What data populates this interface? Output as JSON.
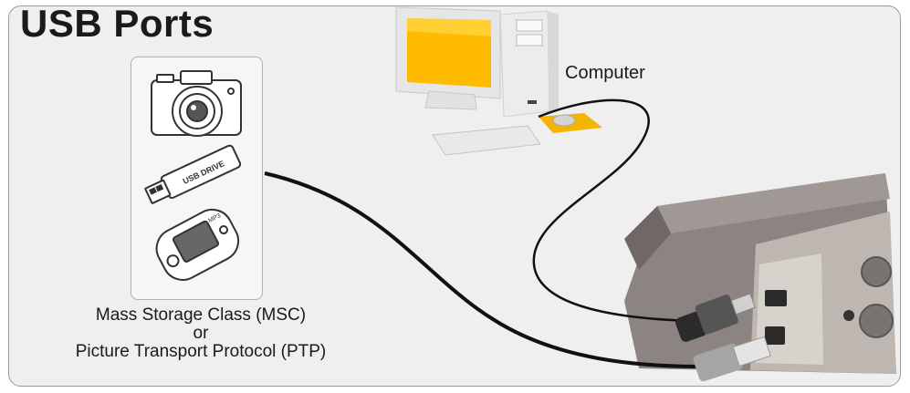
{
  "title": "USB Ports",
  "computer_label": "Computer",
  "devices": [
    {
      "name": "camera"
    },
    {
      "name": "usb-drive",
      "label": "USB DRIVE"
    },
    {
      "name": "media-player",
      "label": "MP3"
    }
  ],
  "caption": {
    "line1": "Mass Storage Class (MSC)",
    "line2": "or",
    "line3": "Picture Transport Protocol (PTP)"
  },
  "colors": {
    "panel_bg": "#efefef",
    "screen": "#ffbb00",
    "mousepad": "#f3b500",
    "device_body": "#8c8480",
    "cable": "#111111"
  }
}
